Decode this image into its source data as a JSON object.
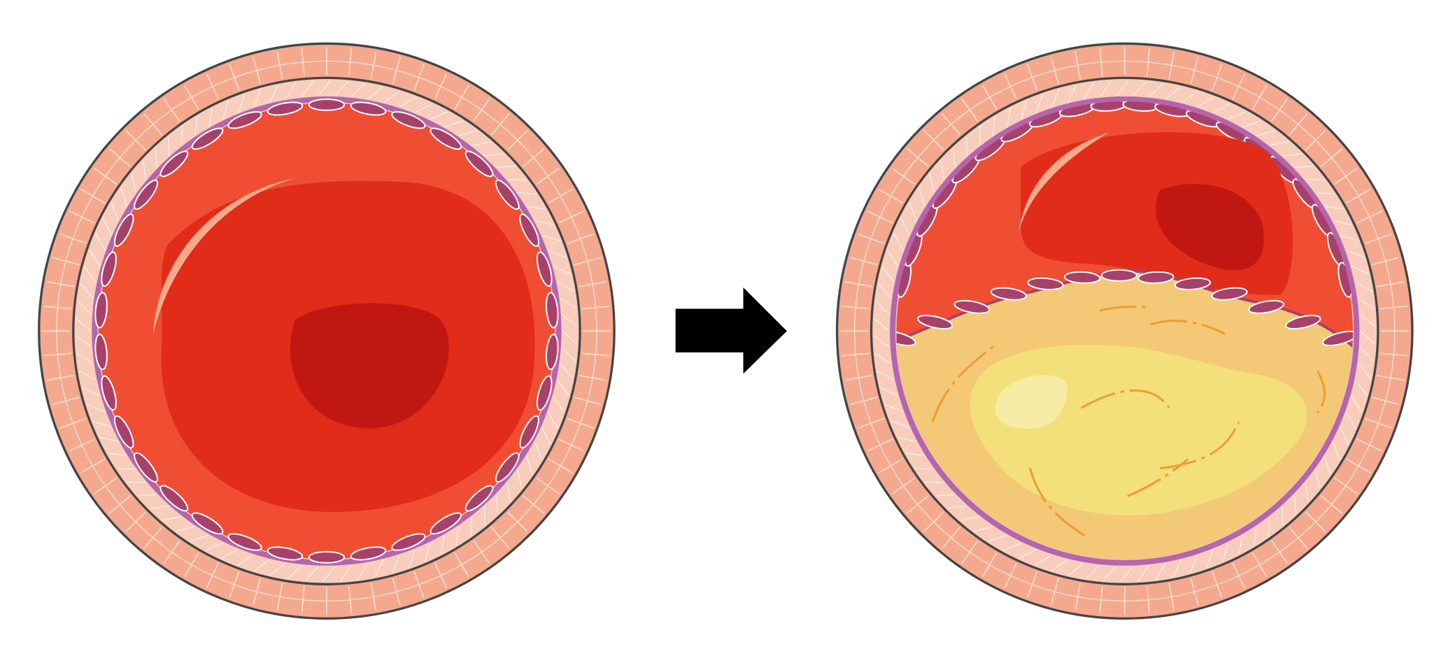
{
  "figure": {
    "panels": [
      {
        "id": "healthy-artery",
        "state": "healthy"
      },
      {
        "id": "narrowed-artery",
        "state": "plaque"
      }
    ],
    "connector_icon": "arrow-right-icon"
  },
  "colors": {
    "adventitia": "#f4a98f",
    "media": "#f9cdbb",
    "intima_ring": "#b565ad",
    "endothelial_cell": "#a8416a",
    "lumen_outer": "#f04e33",
    "lumen_mid": "#e02c18",
    "lumen_core": "#c01712",
    "plaque_outer": "#f3c877",
    "plaque_inner": "#f4e07a",
    "plaque_highlight": "#f7eca6",
    "plaque_vessels": "#f29a2e",
    "outline": "#444444",
    "arrow": "#000000"
  }
}
